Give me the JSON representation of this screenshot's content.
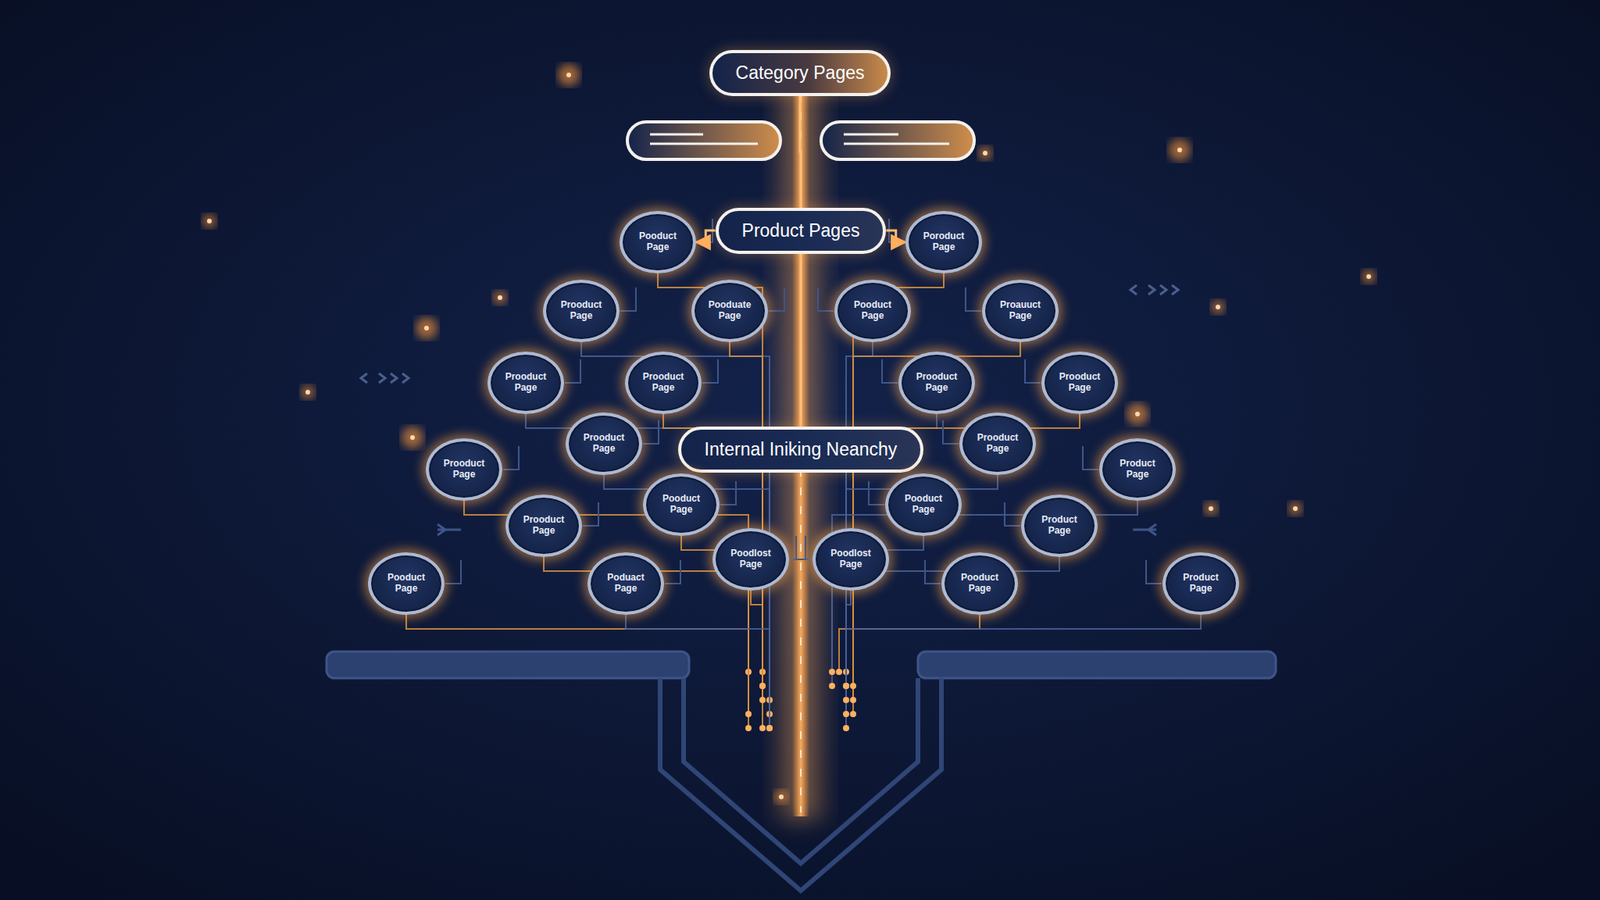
{
  "diagram": {
    "nodes": [
      {
        "text": [
          "Category Pages"
        ]
      },
      {
        "text": [
          "Pooduct Page"
        ]
      },
      {
        "text": [
          "Product Pages"
        ]
      },
      {
        "text": [
          "Poroduct Page"
        ]
      },
      {
        "text": [
          "Prooduct Page"
        ]
      },
      {
        "text": [
          "Pooduate Page"
        ]
      },
      {
        "text": [
          "Pooduct Page"
        ]
      },
      {
        "text": [
          "Proauuct Page"
        ]
      },
      {
        "text": [
          "Prooduct Page"
        ]
      },
      {
        "text": [
          "Prooduct Page"
        ]
      },
      {
        "text": [
          "Prooduct Page"
        ]
      },
      {
        "text": [
          "Prooduct Page"
        ]
      },
      {
        "text": [
          "Prooduct Page"
        ]
      },
      {
        "text": [
          "Internal Iniking Neanchy"
        ]
      },
      {
        "text": [
          "Prooduct Page"
        ]
      },
      {
        "text": [
          "Prooduct Page"
        ]
      },
      {
        "text": [
          "Product Page"
        ]
      },
      {
        "text": [
          "Pooduct Page"
        ]
      },
      {
        "text": [
          "Pooduct Page"
        ]
      },
      {
        "text": [
          "Prooduct Page"
        ]
      },
      {
        "text": [
          "Product Page"
        ]
      },
      {
        "text": [
          "Poodlost Page"
        ]
      },
      {
        "text": [
          "Poodlost Page"
        ]
      },
      {
        "text": [
          "Pooduct Page"
        ]
      },
      {
        "text": [
          "Poduact Page"
        ]
      },
      {
        "text": [
          "Pooduct Page"
        ]
      },
      {
        "text": [
          "Product Page"
        ]
      }
    ],
    "edges": [
      {
        "from": 0,
        "to": 2,
        "arrow": "none"
      },
      {
        "from": 2,
        "to": 13,
        "arrow": "none"
      },
      {
        "from": 2,
        "to": 1,
        "arrow": "to"
      },
      {
        "from": 2,
        "to": 3,
        "arrow": "to"
      }
    ]
  }
}
